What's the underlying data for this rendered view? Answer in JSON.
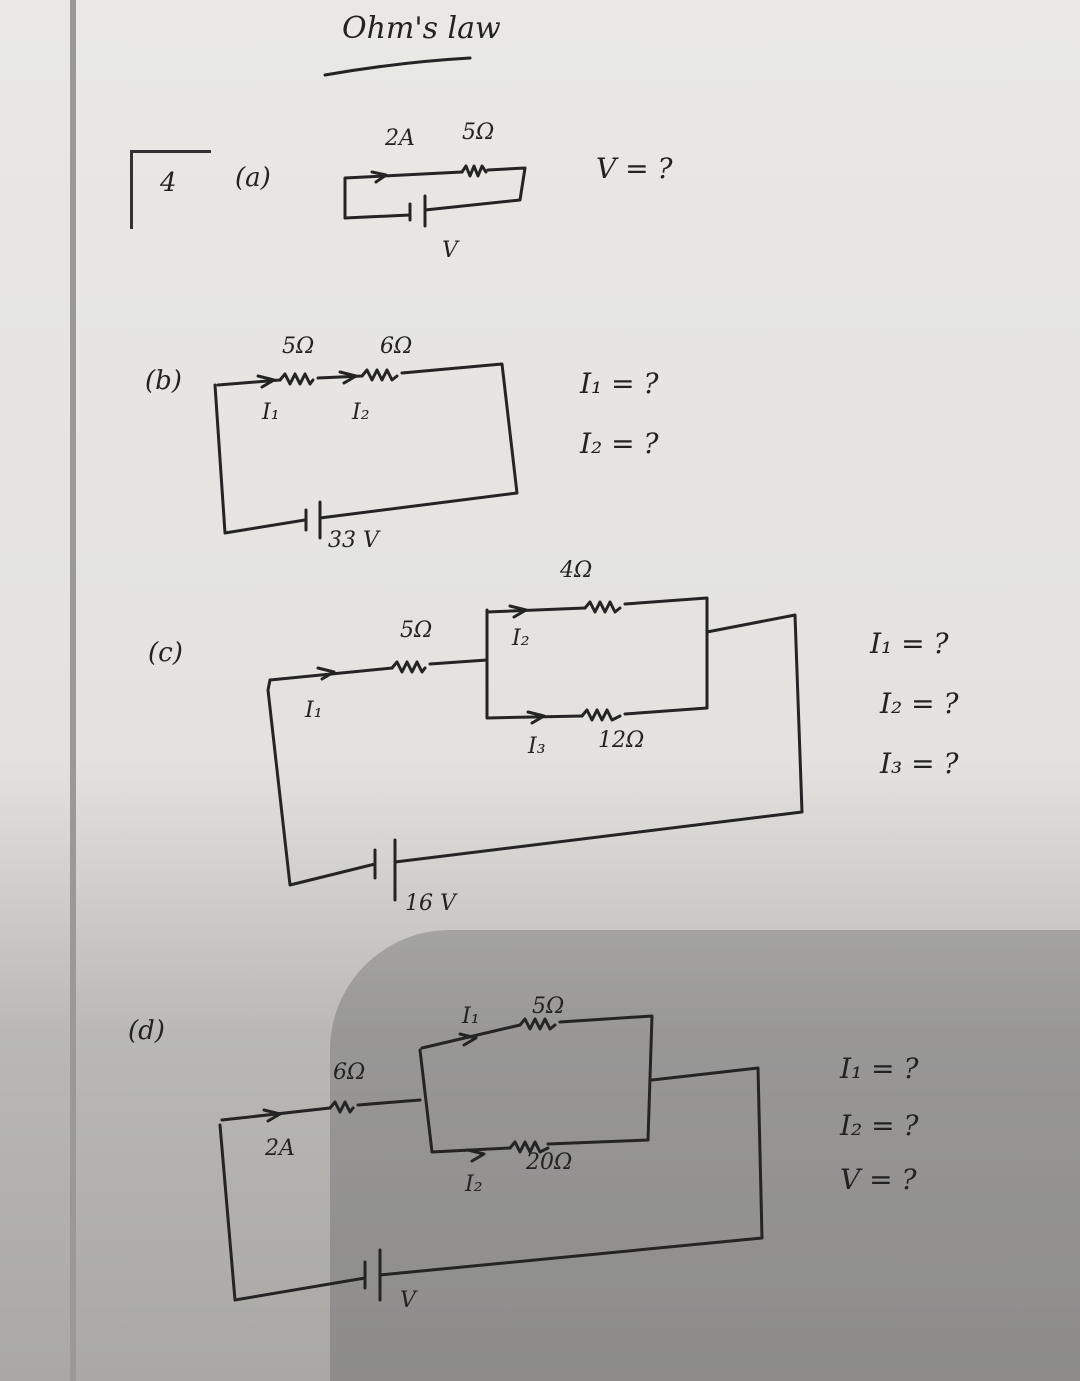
{
  "title": "Ohm's law",
  "problem_number": "4",
  "parts": [
    {
      "id": "a",
      "label": "(a)",
      "given": {
        "current": "2A",
        "resistor": "5Ω",
        "source": "V"
      },
      "questions": [
        "V = ?"
      ]
    },
    {
      "id": "b",
      "label": "(b)",
      "given": {
        "resistor_1": "5Ω",
        "resistor_2": "6Ω",
        "current_1": "I₁",
        "current_2": "I₂",
        "source": "33 V"
      },
      "questions": [
        "I₁ = ?",
        "I₂ = ?"
      ]
    },
    {
      "id": "c",
      "label": "(c)",
      "given": {
        "resistor_series": "5Ω",
        "resistor_top": "4Ω",
        "resistor_bottom": "12Ω",
        "current_1": "I₁",
        "current_2": "I₂",
        "current_3": "I₃",
        "source": "16 V"
      },
      "questions": [
        "I₁ = ?",
        "I₂ = ?",
        "I₃ = ?"
      ]
    },
    {
      "id": "d",
      "label": "(d)",
      "given": {
        "resistor_series": "6Ω",
        "resistor_top": "5Ω",
        "resistor_bottom": "20Ω",
        "current_total": "2A",
        "current_1": "I₁",
        "current_2": "I₂",
        "source": "V"
      },
      "questions": [
        "I₁ = ?",
        "I₂ = ?",
        "V = ?"
      ]
    }
  ]
}
